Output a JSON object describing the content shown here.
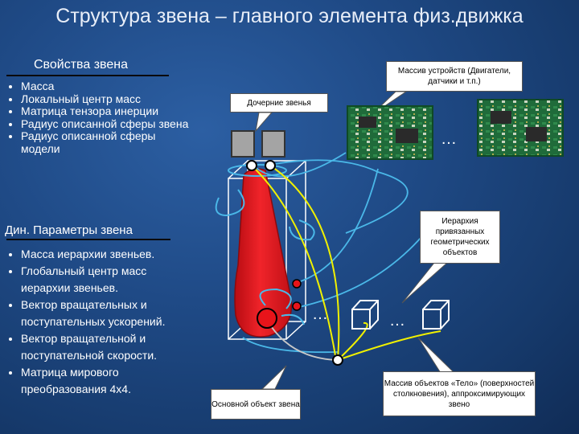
{
  "title": "Структура звена – главного элемента физ.движка",
  "properties": {
    "heading": "Свойства звена",
    "items": [
      "Масса",
      "Локальный центр масс",
      "Матрица тензора инерции",
      "Радиус описанной сферы звена",
      "Радиус описанной сферы модели"
    ]
  },
  "dynamics": {
    "heading": "Дин. Параметры звена",
    "items": [
      "Масса иерархии звеньев.",
      "Глобальный центр масс иерархии звеньев.",
      "Вектор вращательных и поступательных ускорений.",
      "Вектор вращательной и поступательной скорости.",
      "Матрица мирового преобразования 4х4."
    ]
  },
  "callouts": {
    "devices": "Массив устройств (Двигатели, датчики и т.п.)",
    "children": "Дочерние звенья",
    "hierarchy": "Иерархия привязанных геометрических объектов",
    "main_object": "Основной объект звена",
    "bodies": "Массив объектов «Тело» (поверхностей столкновения), аппроксимирующих звено"
  },
  "ellipsis": "…",
  "colors": {
    "background": "#1f4a86",
    "link_body": "#e8141a",
    "yellow_link": "#f0f000",
    "cyan_link": "#4ab8e8",
    "board_green": "#1f6b3a",
    "joint_gray": "#9a9a9a"
  }
}
